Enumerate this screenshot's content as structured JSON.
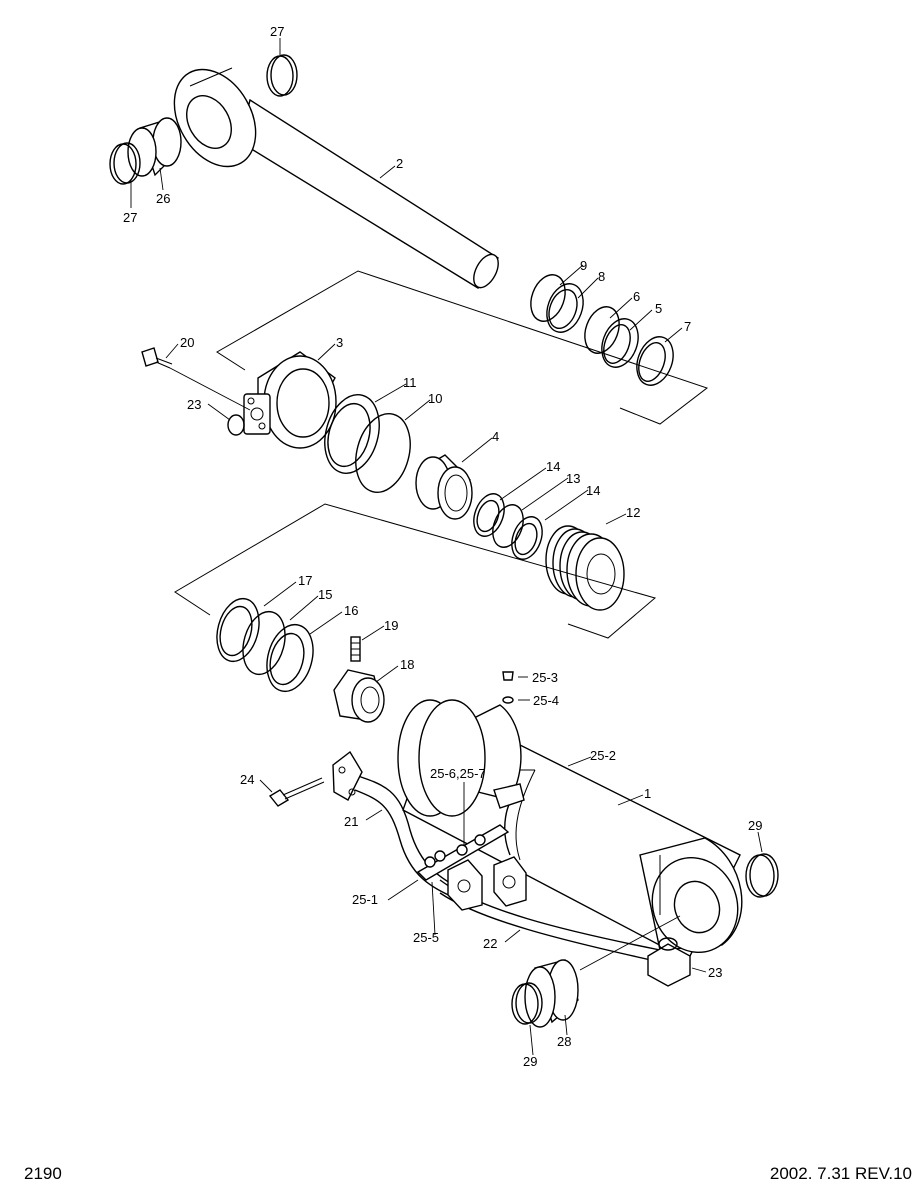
{
  "footer": {
    "page_number": "2190",
    "revision": "2002. 7.31  REV.10"
  },
  "callouts": {
    "c1": "1",
    "c2": "2",
    "c3": "3",
    "c4": "4",
    "c5": "5",
    "c6": "6",
    "c7": "7",
    "c8": "8",
    "c9": "9",
    "c10": "10",
    "c11": "11",
    "c12": "12",
    "c13": "13",
    "c14a": "14",
    "c14b": "14",
    "c15": "15",
    "c16": "16",
    "c17": "17",
    "c18": "18",
    "c19": "19",
    "c20": "20",
    "c21": "21",
    "c22": "22",
    "c23a": "23",
    "c23b": "23",
    "c24": "24",
    "c25_1": "25-1",
    "c25_2": "25-2",
    "c25_3": "25-3",
    "c25_4": "25-4",
    "c25_5": "25-5",
    "c25_67": "25-6,25-7",
    "c26": "26",
    "c27a": "27",
    "c27b": "27",
    "c28": "28",
    "c29a": "29",
    "c29b": "29"
  }
}
